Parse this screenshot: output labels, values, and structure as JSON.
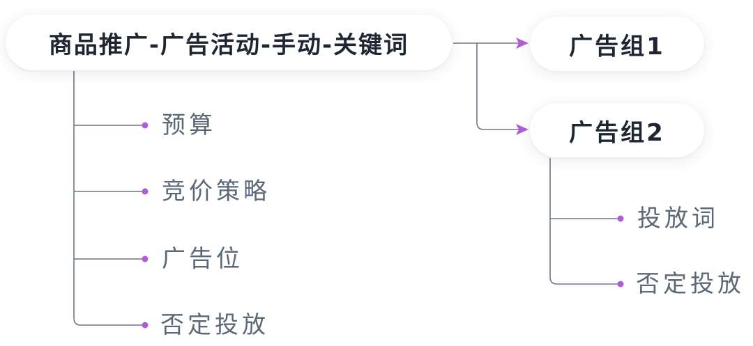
{
  "colors": {
    "line": "#6b7685",
    "arrow": "#b25bd6",
    "dot": "#b25bd6",
    "title_text": "#1f2633",
    "leaf_text": "#5b6878"
  },
  "root": {
    "label": "商品推广-广告活动-手动-关键词",
    "children": [
      "预算",
      "竞价策略",
      "广告位",
      "否定投放"
    ]
  },
  "ad_groups": [
    {
      "label": "广告组1",
      "children": []
    },
    {
      "label": "广告组2",
      "children": [
        "投放词",
        "否定投放"
      ]
    }
  ]
}
